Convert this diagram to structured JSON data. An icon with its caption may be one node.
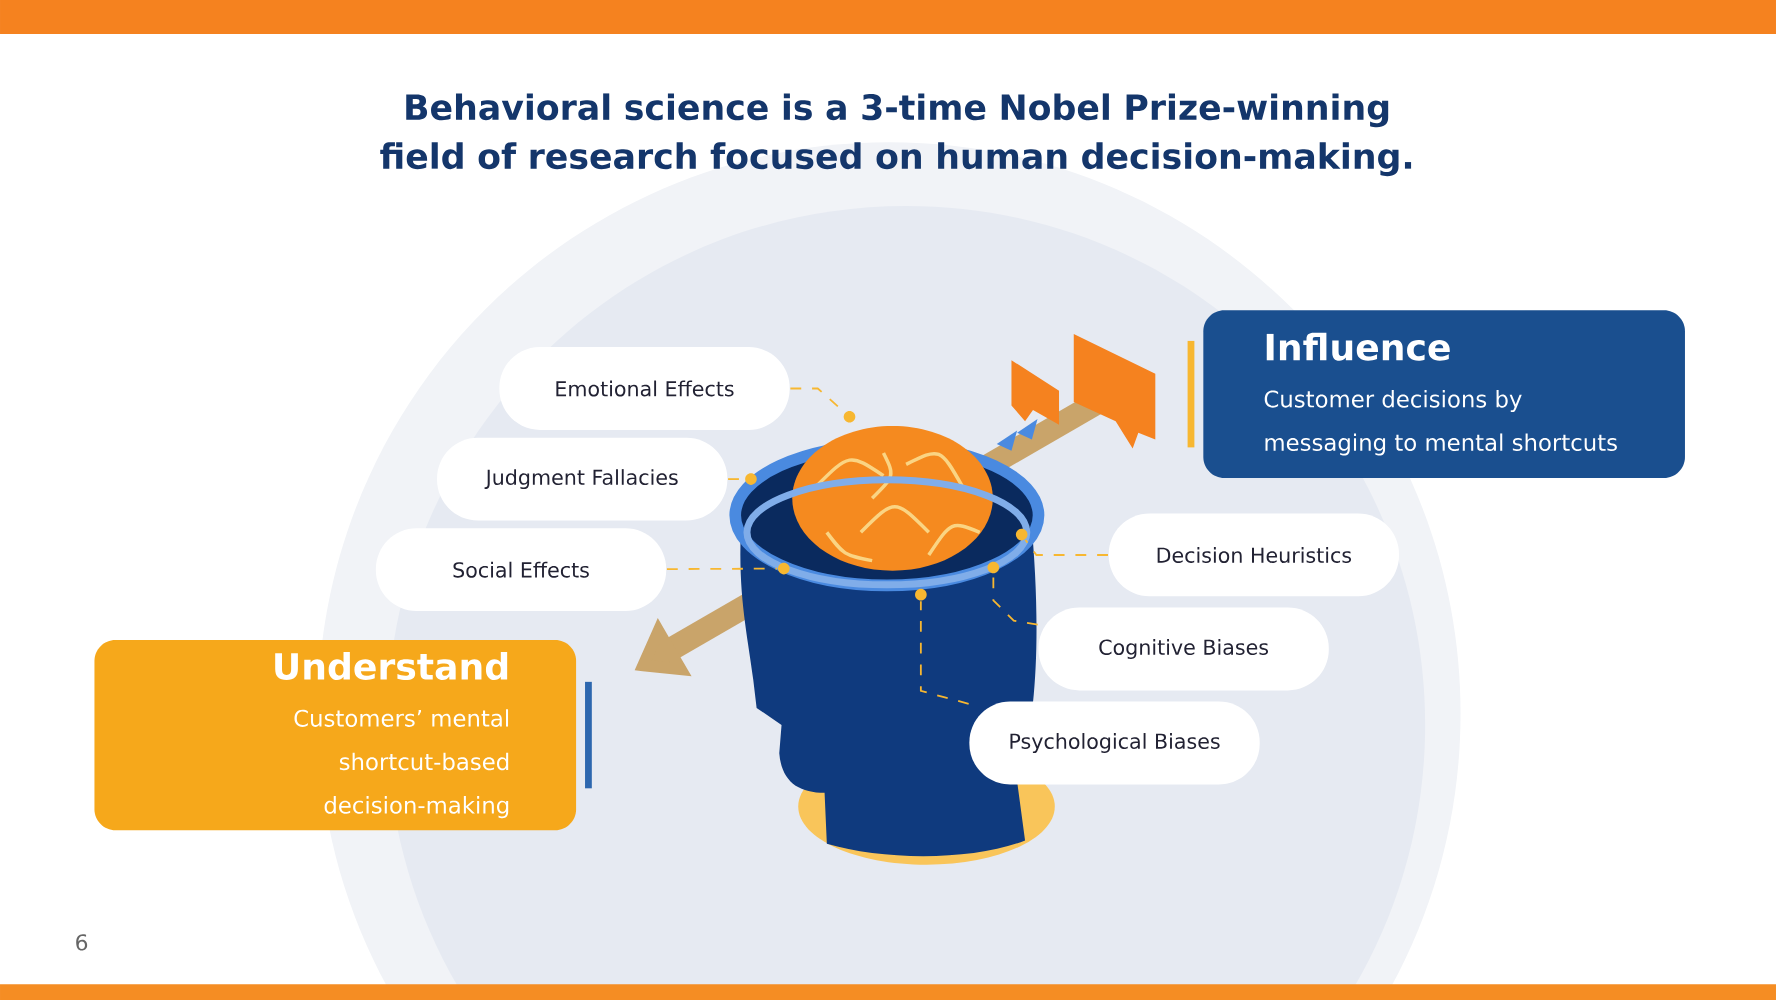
{
  "diagram": {
    "title": "Behavioral science is a 3-time Nobel Prize-winning field of research focused on human decision-making.",
    "nodes": [
      {
        "text": [
          "Emotional Effects"
        ]
      },
      {
        "text": [
          "Judgment Fallacies"
        ]
      },
      {
        "text": [
          "Social Effects"
        ]
      },
      {
        "text": [
          "Decision Heuristics"
        ]
      },
      {
        "text": [
          "Cognitive Biases"
        ]
      },
      {
        "text": [
          "Psychological Biases"
        ]
      },
      {
        "text": [
          "Influence",
          "Customer decisions by messaging to mental shortcuts"
        ]
      },
      {
        "text": [
          "Understand",
          "Customers’ mental shortcut-based decision-making"
        ]
      },
      {
        "text": [],
        "shape": "circle"
      },
      {
        "text": [],
        "shape": "circle"
      },
      {
        "text": [],
        "shape": "circle"
      },
      {
        "text": [],
        "shape": "circle"
      },
      {
        "text": [],
        "shape": "circle"
      },
      {
        "text": [],
        "shape": "circle"
      }
    ],
    "edges": [
      {
        "from": 0,
        "to": 10,
        "arrow": "none",
        "style": "dashed"
      },
      {
        "from": 1,
        "to": 8,
        "arrow": "none",
        "style": "dashed"
      },
      {
        "from": 2,
        "to": 9,
        "arrow": "none",
        "style": "dashed"
      },
      {
        "from": 3,
        "to": 13,
        "arrow": "none",
        "style": "dashed"
      },
      {
        "from": 4,
        "to": 12,
        "arrow": "none",
        "style": "dashed"
      },
      {
        "from": 5,
        "to": 11,
        "arrow": "none",
        "style": "dashed"
      }
    ],
    "labels": [
      "6"
    ]
  }
}
